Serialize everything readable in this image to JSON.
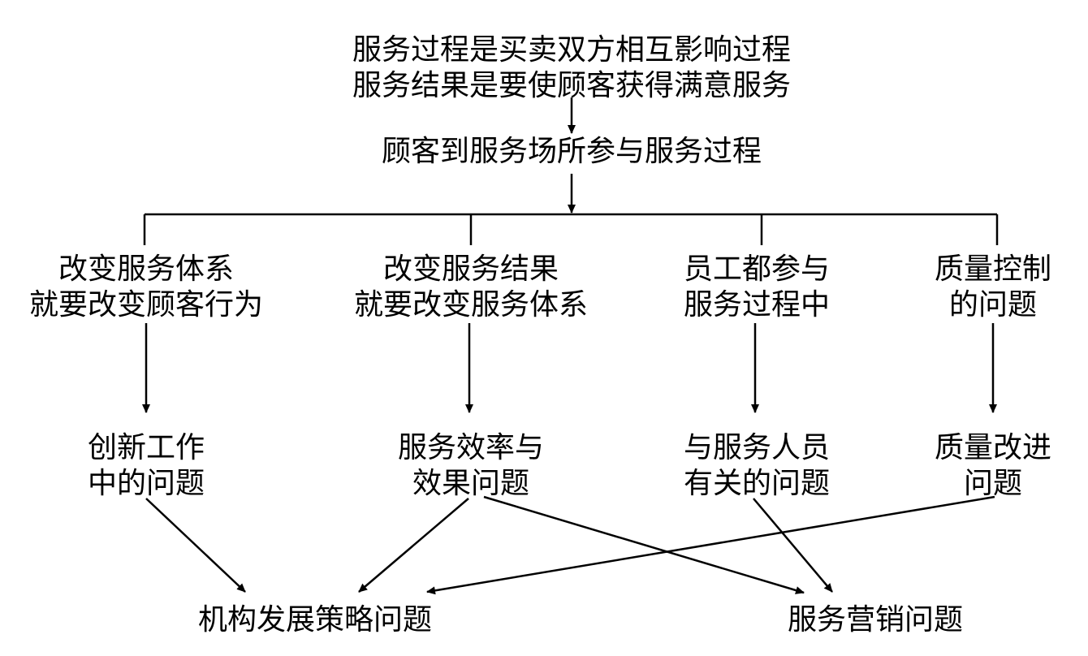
{
  "nodes": {
    "top": {
      "line1": "服务过程是买卖双方相互影响过程",
      "line2": "服务结果是要使顾客获得满意服务"
    },
    "customer": {
      "line1": "顾客到服务场所参与服务过程"
    },
    "change_system": {
      "line1": "改变服务体系",
      "line2": "就要改变顾客行为"
    },
    "change_result": {
      "line1": "改变服务结果",
      "line2": "就要改变服务体系"
    },
    "staff": {
      "line1": "员工都参与",
      "line2": "服务过程中"
    },
    "quality_control": {
      "line1": "质量控制",
      "line2": "的问题"
    },
    "innovation": {
      "line1": "创新工作",
      "line2": "中的问题"
    },
    "efficiency": {
      "line1": "服务效率与",
      "line2": "效果问题"
    },
    "personnel": {
      "line1": "与服务人员",
      "line2": "有关的问题"
    },
    "quality_improve": {
      "line1": "质量改进",
      "line2": "问题"
    },
    "strategy": {
      "line1": "机构发展策略问题"
    },
    "marketing": {
      "line1": "服务营销问题"
    }
  },
  "colors": {
    "line": "#000000",
    "background": "#ffffff"
  }
}
